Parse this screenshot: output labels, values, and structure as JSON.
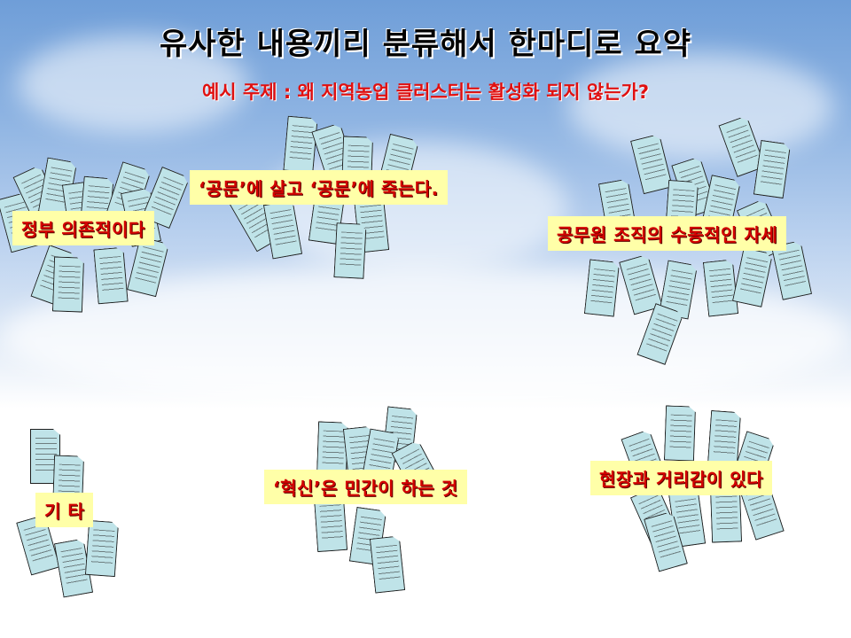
{
  "title": "유사한 내용끼리 분류해서 한마디로 요약",
  "subtitle": "예시 주제 : 왜 지역농업 클러스터는 활성화 되지 않는가?",
  "groups": [
    {
      "label": "정부 의존적이다"
    },
    {
      "label": "‘공문’에 살고 ‘공문’에 죽는다."
    },
    {
      "label": "공무원 조직의 수동적인 자세"
    },
    {
      "label": "기 타"
    },
    {
      "label": "‘혁신’은 민간이 하는 것"
    },
    {
      "label": "현장과 거리감이 있다"
    }
  ]
}
